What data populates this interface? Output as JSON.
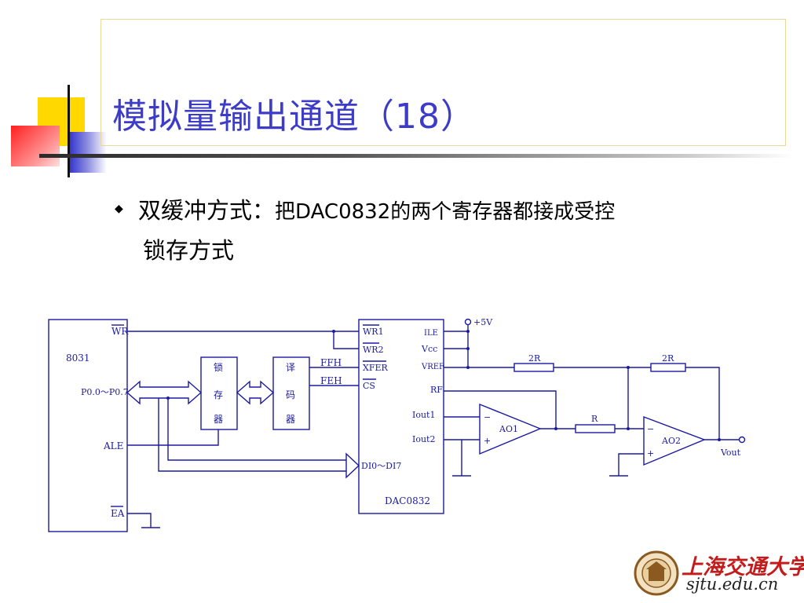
{
  "slide": {
    "title": "模拟量输出通道（18）",
    "bullet": {
      "heading": "双缓冲方式：",
      "text_line1": "把DAC0832的两个寄存器都接成受控",
      "text_line2": "锁存方式"
    }
  },
  "circuit": {
    "mcu": {
      "name": "8031",
      "wr": "WR",
      "port": "P0.0～P0.7",
      "ale": "ALE",
      "ea": "EA"
    },
    "latch": {
      "c1": "锁",
      "c2": "存",
      "c3": "器"
    },
    "decoder": {
      "c1": "译",
      "c2": "码",
      "c3": "器"
    },
    "decoder_out": {
      "a": "FFH",
      "b": "FEH"
    },
    "dac": {
      "name": "DAC0832",
      "wr1": "WR1",
      "wr2": "WR2",
      "xfer": "XFER",
      "cs": "CS",
      "di": "DI0～DI7",
      "ile": "ILE",
      "vcc": "Vcc",
      "vref": "VREF",
      "rf": "RF",
      "iout1": "Iout1",
      "iout2": "Iout2"
    },
    "supply": "+5V",
    "resistors": {
      "r1": "2R",
      "r2": "2R",
      "r3": "R"
    },
    "opamps": {
      "ao1": "AO1",
      "ao2": "AO2",
      "minus": "−",
      "plus": "+"
    },
    "output": "Vout"
  },
  "logo": {
    "name": "上海交通大学",
    "url": "sjtu.edu.cn"
  },
  "colors": {
    "title": "#3c3cc8",
    "circuit": "#1a1aa0",
    "deco_yellow": "#ffd800",
    "deco_blue": "#3a3acd",
    "deco_red": "#ff3030",
    "logo_red": "#c41b1b"
  }
}
